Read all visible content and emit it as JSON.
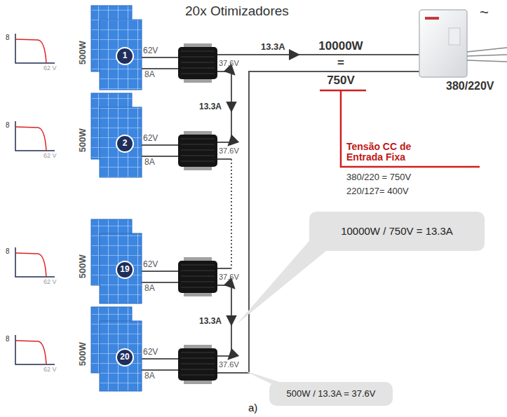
{
  "diagram": {
    "title": "20x Otimizadores",
    "caption": "a)",
    "nodes": [
      {
        "text": [
          "1"
        ]
      },
      {
        "text": [
          "2"
        ]
      },
      {
        "text": [
          "19"
        ]
      },
      {
        "text": [
          "20"
        ]
      },
      {
        "text": [
          "10000W / 750V = 13.3A"
        ]
      },
      {
        "text": [
          "500W / 13.3A = 37.6V"
        ]
      }
    ],
    "labels": [
      "13.3A",
      "10000W",
      "=",
      "750V",
      "~",
      "380/220V",
      "500W",
      "8",
      "62 V",
      "62V",
      "8A",
      "37.6V",
      "500W",
      "8",
      "62 V",
      "62V",
      "8A",
      "37.6V",
      "500W",
      "8",
      "62 V",
      "62V",
      "8A",
      "37.6V",
      "500W",
      "8",
      "62 V",
      "62V",
      "8A",
      "37.6V",
      "13.3A",
      "13.3A",
      "Tensão CC de Entrada Fixa",
      "380/220 = 750V",
      "220/127= 400V"
    ]
  }
}
